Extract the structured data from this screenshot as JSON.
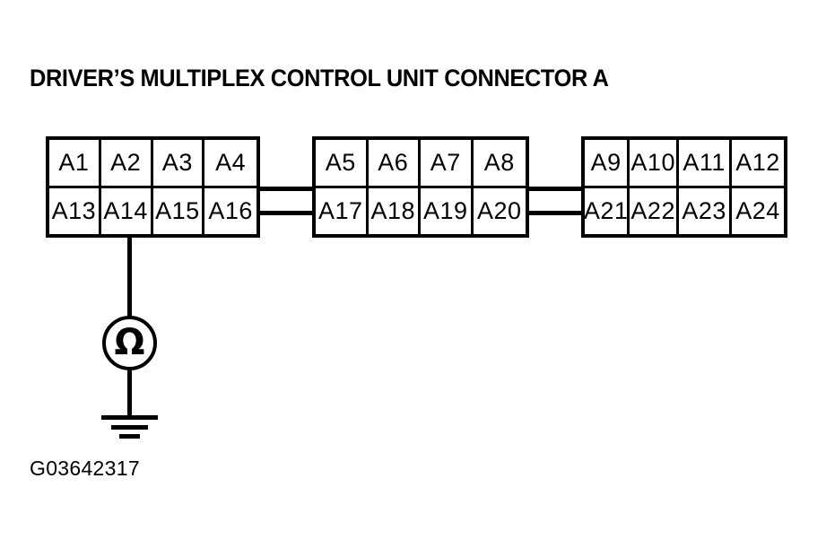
{
  "diagram": {
    "title": "DRIVER’S MULTIPLEX CONTROL UNIT CONNECTOR A",
    "figure_id": "G03642317",
    "colors": {
      "background": "#ffffff",
      "line": "#000000",
      "text": "#000000"
    },
    "blocks": [
      {
        "name": "connector-block-left",
        "rows": [
          {
            "name": "top-row",
            "pins": [
              "A1",
              "A2",
              "A3",
              "A4"
            ]
          },
          {
            "name": "bottom-row",
            "pins": [
              "A13",
              "A14",
              "A15",
              "A16"
            ]
          }
        ]
      },
      {
        "name": "connector-block-middle",
        "rows": [
          {
            "name": "top-row",
            "pins": [
              "A5",
              "A6",
              "A7",
              "A8"
            ]
          },
          {
            "name": "bottom-row",
            "pins": [
              "A17",
              "A18",
              "A19",
              "A20"
            ]
          }
        ]
      },
      {
        "name": "connector-block-right",
        "rows": [
          {
            "name": "top-row",
            "pins": [
              "A9",
              "A10",
              "A11",
              "A12"
            ]
          },
          {
            "name": "bottom-row",
            "pins": [
              "A21",
              "A22",
              "A23",
              "A24"
            ]
          }
        ]
      }
    ],
    "instrument": {
      "type": "ohmmeter",
      "symbol": "Ω",
      "connected_pin": "A14",
      "grounded": true
    }
  }
}
